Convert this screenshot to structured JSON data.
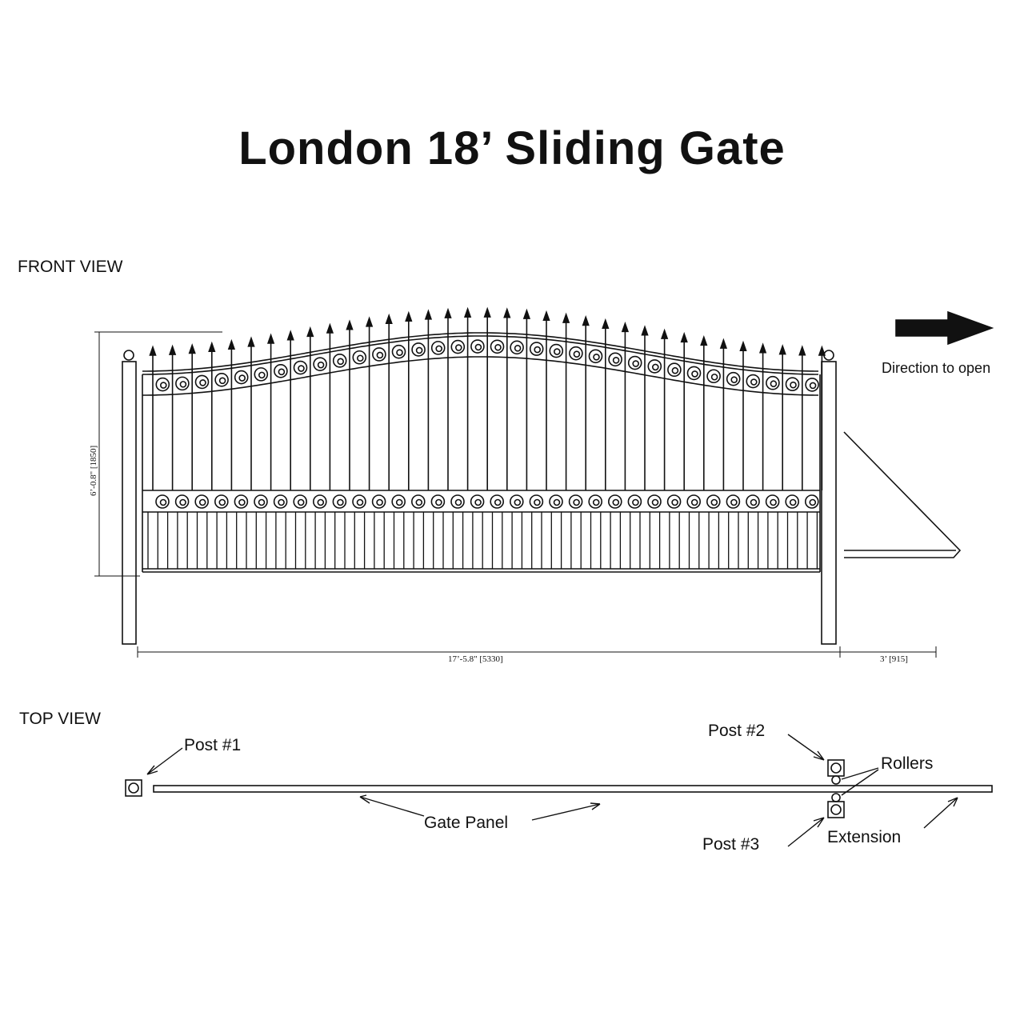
{
  "title": "London 18’ Sliding Gate",
  "front_view": {
    "label": "FRONT VIEW",
    "direction_label": "Direction to open",
    "height_dim": "6’-0.8\" [1850]",
    "width_dim": "17’-5.8\" [5330]",
    "extension_dim": "3’ [915]"
  },
  "top_view": {
    "label": "TOP  VIEW",
    "post1": "Post #1",
    "post2": "Post #2",
    "post3": "Post #3",
    "rollers": "Rollers",
    "gate_panel": "Gate Panel",
    "extension": "Extension"
  }
}
